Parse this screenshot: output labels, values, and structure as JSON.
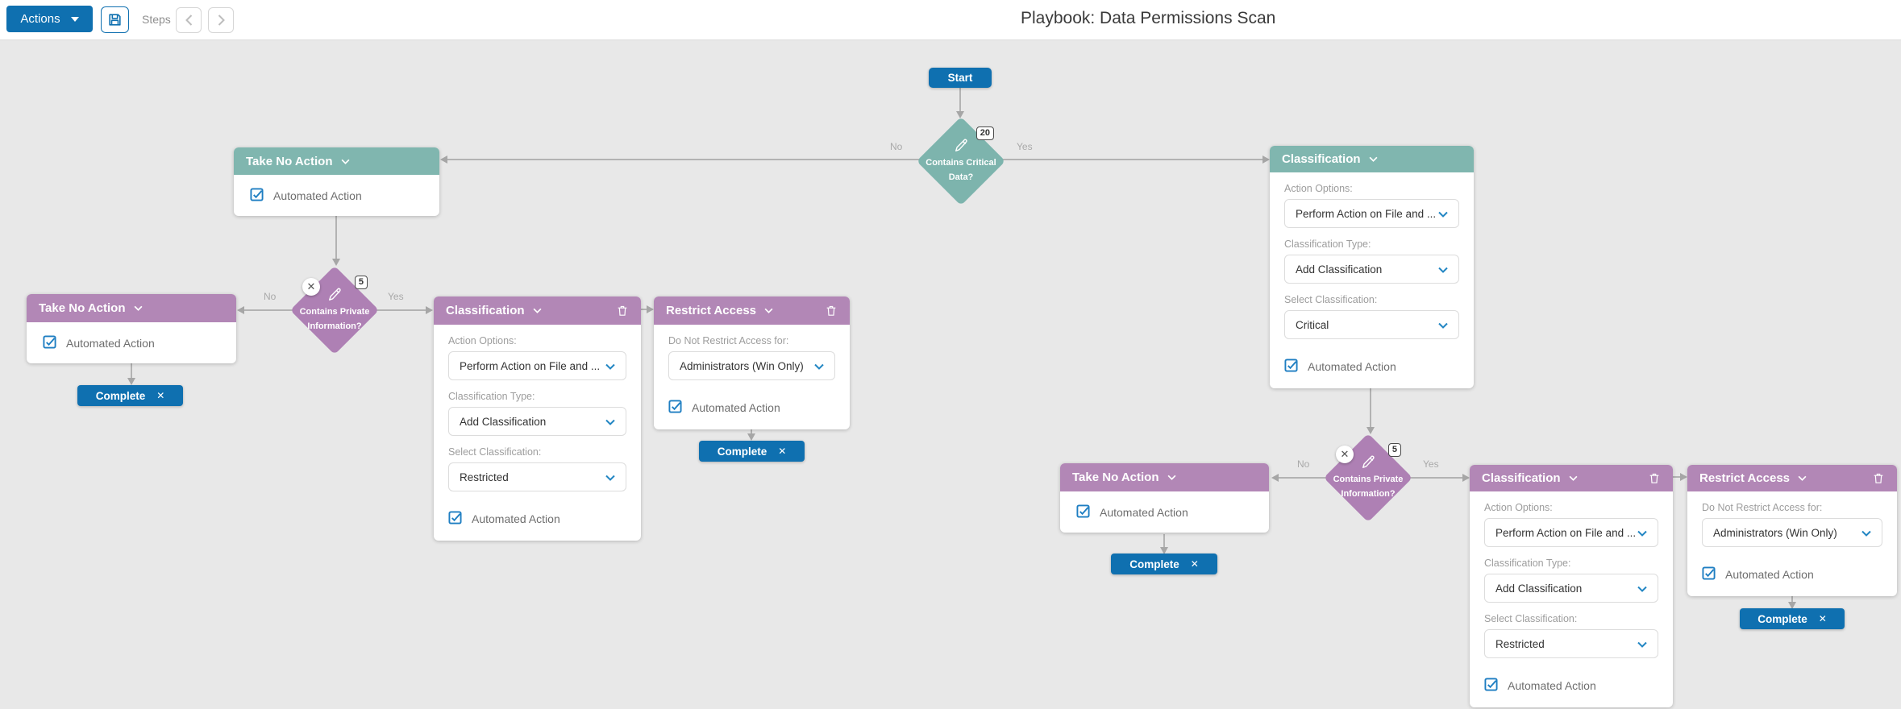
{
  "toolbar": {
    "actions": "Actions",
    "steps": "Steps"
  },
  "header": {
    "title": "Playbook: Data Permissions Scan"
  },
  "labels": {
    "automated_action": "Automated Action",
    "complete": "Complete",
    "start": "Start"
  },
  "colors": {
    "accent_blue": "#0f70b0",
    "teal": "#7fb5ae",
    "purple": "#b186b5",
    "canvas_gray": "#e8e8e8",
    "connector_gray": "#b3b3b3"
  },
  "decisions": [
    {
      "question": "Contains Critical Data?",
      "badge": "20",
      "no": "No",
      "yes": "Yes"
    },
    {
      "question": "Contains Private Information?",
      "badge": "5",
      "no": "No",
      "yes": "Yes"
    },
    {
      "question": "Contains Private Information?",
      "badge": "5",
      "no": "No",
      "yes": "Yes"
    }
  ],
  "cards": [
    {
      "title": "Take No Action"
    },
    {
      "title": "Take No Action"
    },
    {
      "title": "Classification",
      "fields": [
        {
          "label": "Action Options:",
          "value": "Perform Action on File and ..."
        },
        {
          "label": "Classification Type:",
          "value": "Add Classification"
        },
        {
          "label": "Select Classification:",
          "value": "Restricted"
        }
      ]
    },
    {
      "title": "Restrict Access",
      "fields": [
        {
          "label": "Do Not Restrict Access for:",
          "value": "Administrators (Win Only)"
        }
      ]
    },
    {
      "title": "Classification",
      "fields": [
        {
          "label": "Action Options:",
          "value": "Perform Action on File and ..."
        },
        {
          "label": "Classification Type:",
          "value": "Add Classification"
        },
        {
          "label": "Select Classification:",
          "value": "Critical"
        }
      ]
    },
    {
      "title": "Take No Action"
    },
    {
      "title": "Classification",
      "fields": [
        {
          "label": "Action Options:",
          "value": "Perform Action on File and ..."
        },
        {
          "label": "Classification Type:",
          "value": "Add Classification"
        },
        {
          "label": "Select Classification:",
          "value": "Restricted"
        }
      ]
    },
    {
      "title": "Restrict Access",
      "fields": [
        {
          "label": "Do Not Restrict Access for:",
          "value": "Administrators (Win Only)"
        }
      ]
    }
  ]
}
